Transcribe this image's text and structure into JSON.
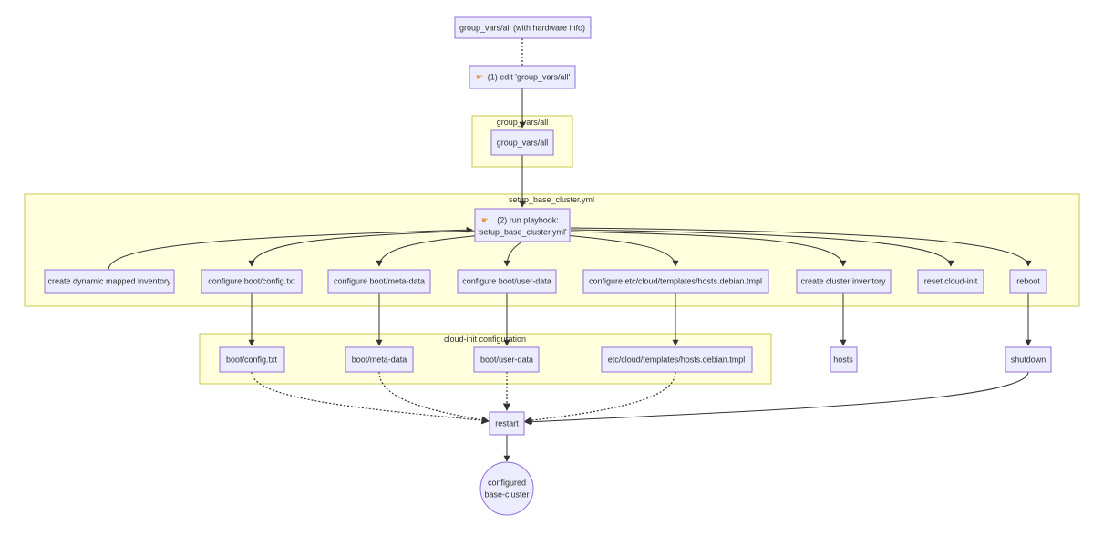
{
  "clusters": {
    "group_vars": "group_vars/all",
    "setup": "setup_base_cluster.yml",
    "cloudinit": "cloud-init configuration"
  },
  "nodes": {
    "hwinfo": "group_vars/all (with hardware info)",
    "edit": "(1) edit 'group_vars/all'",
    "gv": "group_vars/all",
    "run_line1": "(2) run playbook:",
    "run_line2": "'setup_base_cluster.yml'",
    "cdmi": "create dynamic mapped inventory",
    "cbc": "configure boot/config.txt",
    "cbm": "configure boot/meta-data",
    "cbu": "configure boot/user-data",
    "ceh": "configure etc/cloud/templates/hosts.debian.tmpl",
    "cci": "create cluster inventory",
    "rci": "reset cloud-init",
    "reboot": "reboot",
    "bc": "boot/config.txt",
    "bm": "boot/meta-data",
    "bu": "boot/user-data",
    "eh": "etc/cloud/templates/hosts.debian.tmpl",
    "hosts": "hosts",
    "shutdown": "shutdown",
    "restart": "restart",
    "configured_line1": "configured",
    "configured_line2": "base-cluster"
  },
  "icons": {
    "edit": "hand-pointing-icon",
    "run": "hand-pointing-icon"
  },
  "colors": {
    "node_fill": "#ececff",
    "node_stroke": "#9370db",
    "cluster_fill": "#ffffde",
    "cluster_stroke": "#c9c84f",
    "edge": "#333333",
    "icon": "#e8954a"
  }
}
